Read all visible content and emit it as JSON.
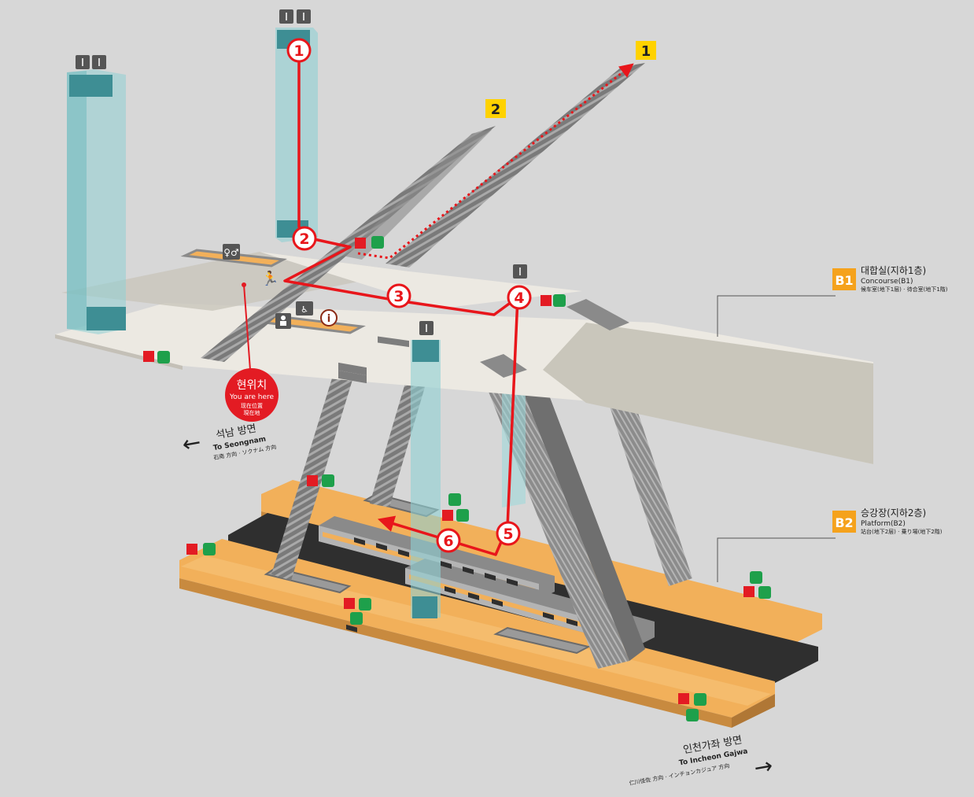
{
  "exits": [
    {
      "label": "1"
    },
    {
      "label": "2"
    }
  ],
  "steps": [
    "1",
    "2",
    "3",
    "4",
    "5",
    "6"
  ],
  "levels": {
    "b1": {
      "badge": "B1",
      "title": "대합실(지하1층)",
      "subtitle": "Concourse(B1)",
      "note": "候车室(地下1层) · 待合室(地下1階)"
    },
    "b2": {
      "badge": "B2",
      "title": "승강장(지하2층)",
      "subtitle": "Platform(B2)",
      "note": "站台(地下2层) · 乗り場(地下2階)"
    }
  },
  "you_are_here": {
    "ko": "현위치",
    "en": "You are here",
    "zh": "现在位置",
    "ja": "現在地"
  },
  "directions": {
    "left": {
      "ko": "석남 방면",
      "en": "To Seongnam",
      "sub": "石南 方向 · ソクナム 方向",
      "arrow": "←"
    },
    "right": {
      "ko": "인천가좌 방면",
      "en": "To Incheon Gajwa",
      "sub": "仁川佳佐 方向 · インチョンカジュア 方向",
      "arrow": "→"
    }
  },
  "icons": {
    "elevator": "elevator-icon",
    "restroom": "restroom-icon",
    "info": "information-icon",
    "nursing": "nursing-room-icon",
    "wheelchair_lift": "wheelchair-lift-icon",
    "fire": "fire-extinguisher-icon",
    "aed": "aed-icon",
    "phone": "emergency-phone-icon",
    "exit_run": "emergency-exit-icon"
  },
  "colors": {
    "route": "#e8161b",
    "exit_badge": "#ffd200",
    "level_badge": "#f5a21c",
    "platform": "#f2b05a",
    "concourse": "#ece9e2",
    "glass": "#8fd0d3",
    "stair": "#6e6e6e",
    "fire_red": "#e31b23",
    "safety_green": "#1ea04b"
  }
}
